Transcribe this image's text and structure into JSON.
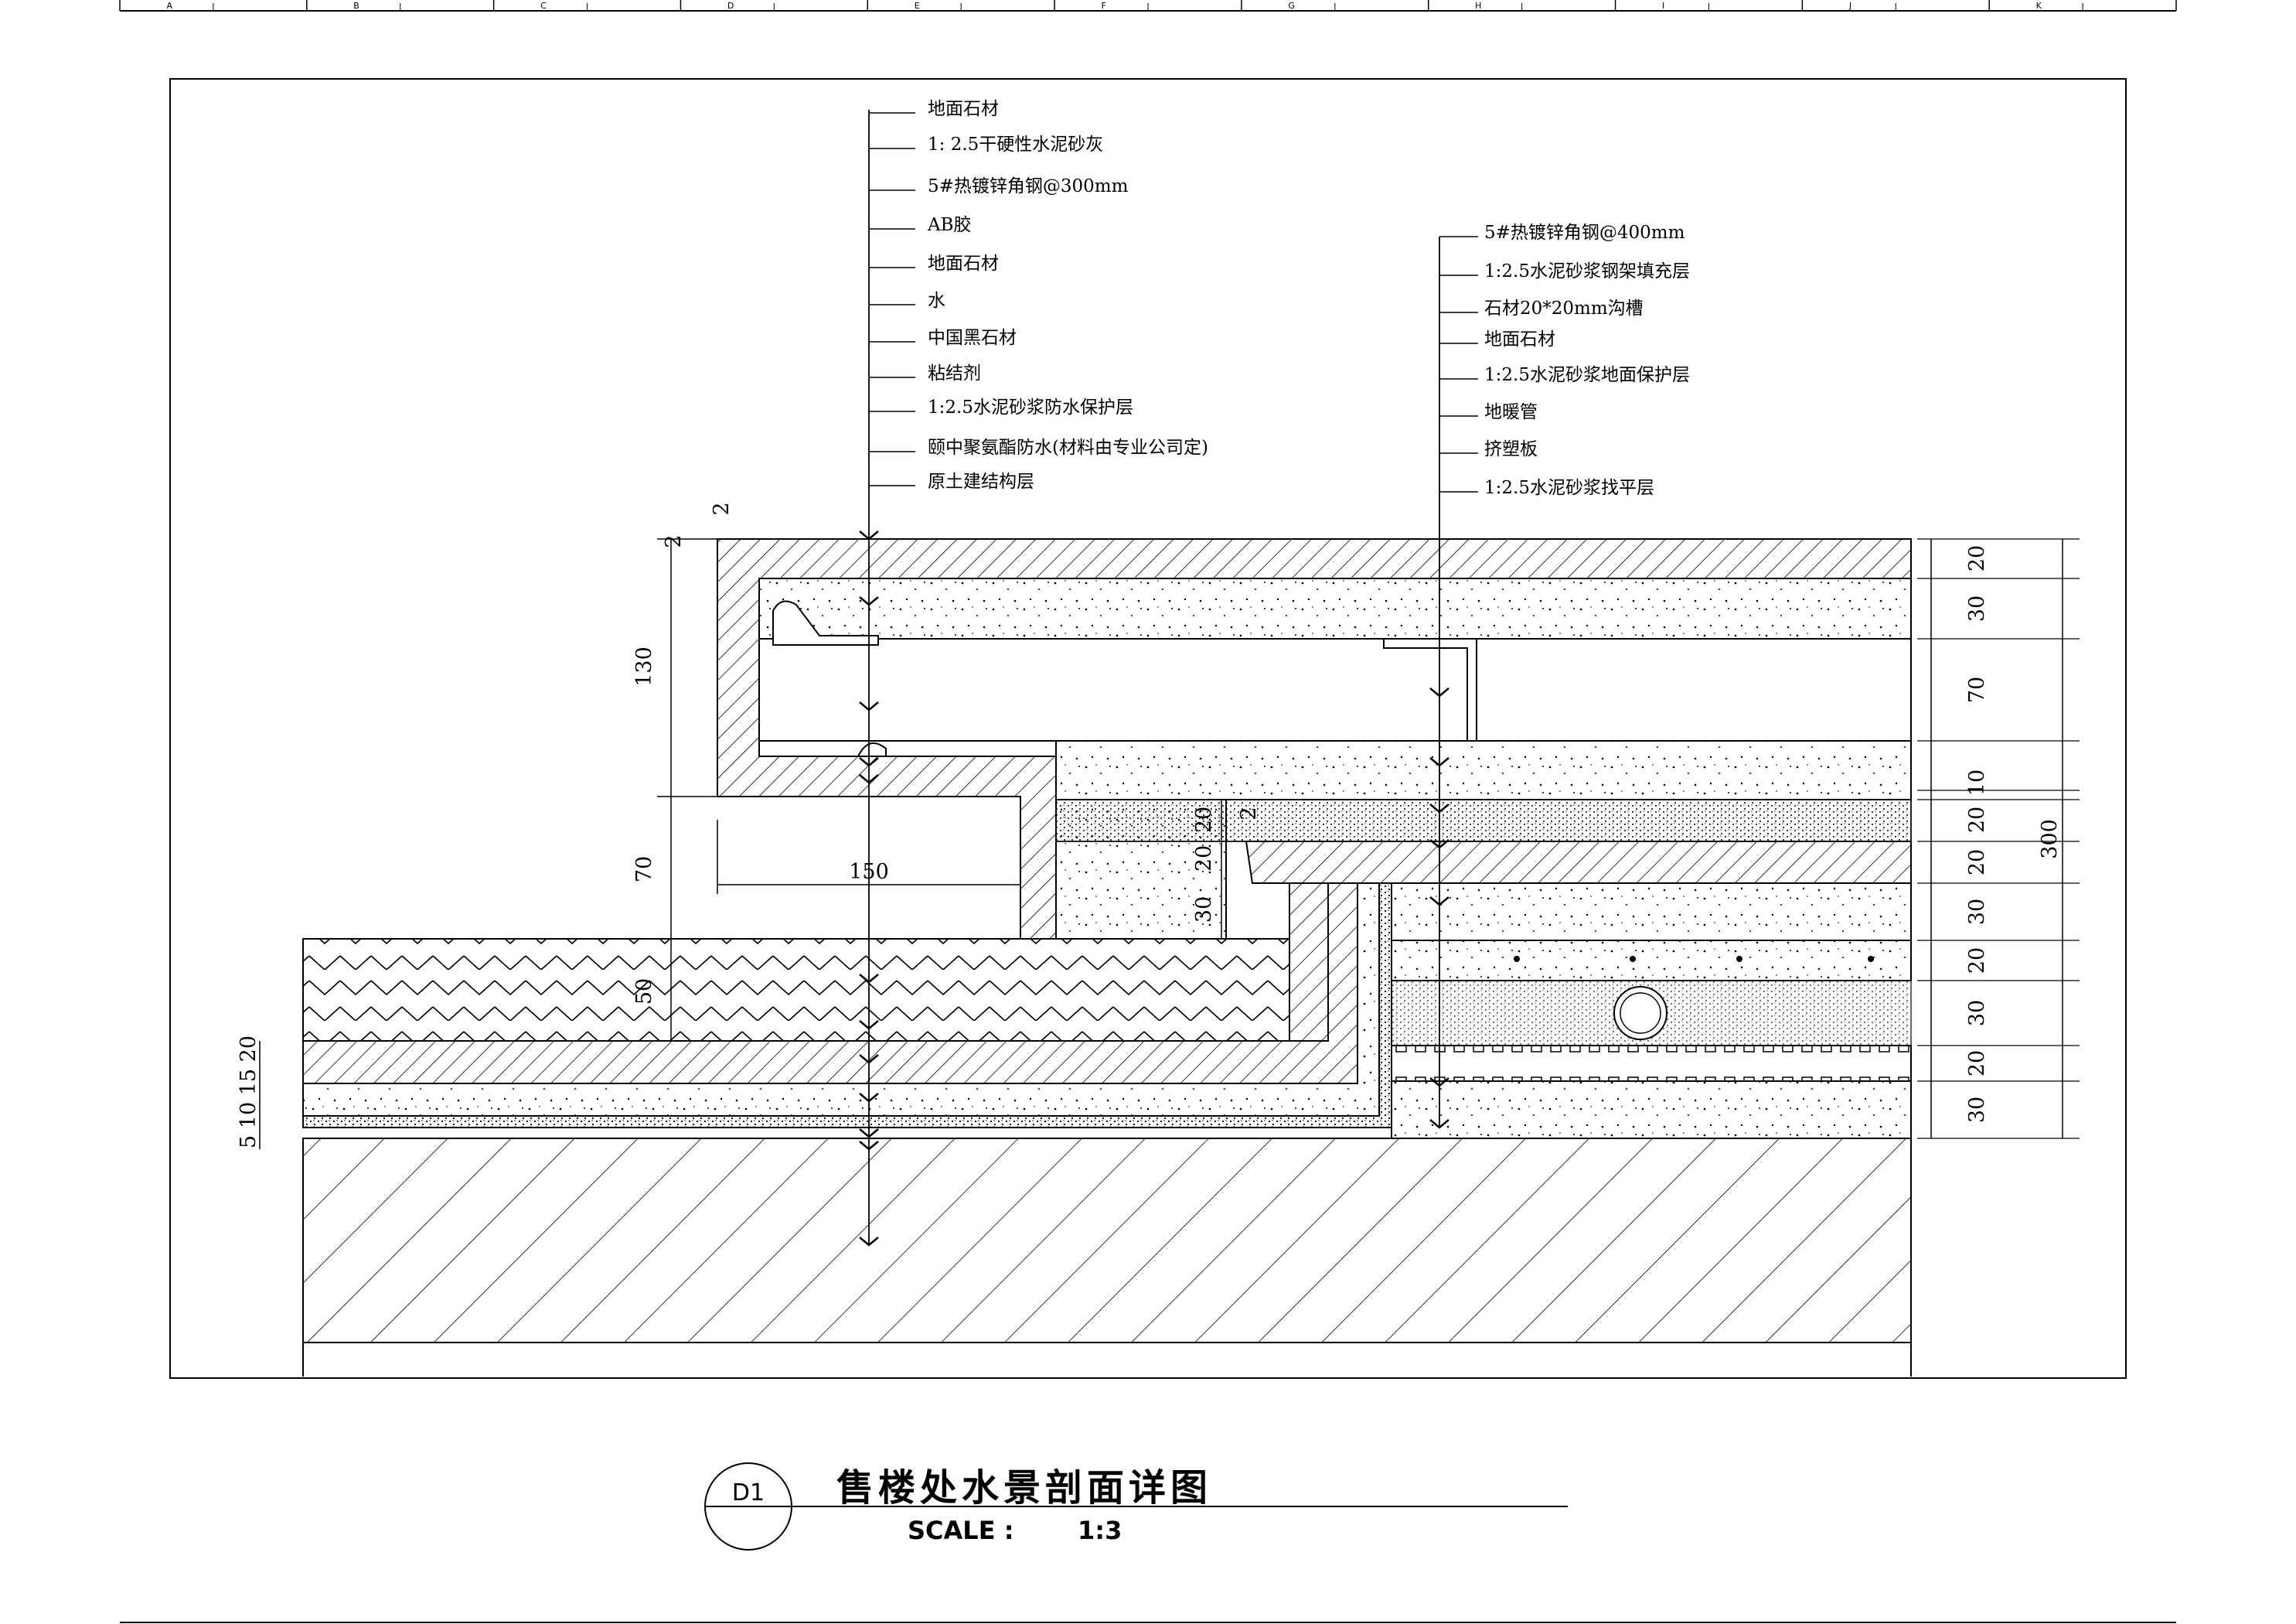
{
  "grid_letters": [
    "A",
    "B",
    "C",
    "D",
    "E",
    "F",
    "G",
    "H",
    "I",
    "J",
    "K"
  ],
  "callouts_left": [
    "地面石材",
    "1: 2.5干硬性水泥砂灰",
    "5#热镀锌角钢@300mm",
    "AB胶",
    "地面石材",
    "水",
    "中国黑石材",
    "粘结剂",
    "1:2.5水泥砂浆防水保护层",
    "颐中聚氨酯防水(材料由专业公司定)",
    "原土建结构层"
  ],
  "callouts_right": [
    "5#热镀锌角钢@400mm",
    "1:2.5水泥砂浆钢架填充层",
    "石材20*20mm沟槽",
    "地面石材",
    "1:2.5水泥砂浆地面保护层",
    "地暖管",
    "挤塑板",
    "1:2.5水泥砂浆找平层"
  ],
  "dims_right": [
    "20",
    "30",
    "70",
    "10",
    "20",
    "20",
    "30",
    "20",
    "30",
    "20",
    "30"
  ],
  "dim_total": "300",
  "dims_left": {
    "top_small": "2",
    "top_tiny": "2",
    "h130": "130",
    "h70": "70",
    "h50": "50",
    "bottom": "5 10 15 20"
  },
  "dims_mid": [
    "20",
    "20",
    "30",
    "2"
  ],
  "dim_width": "150",
  "title": {
    "tag": "D1",
    "text": "售楼处水景剖面详图",
    "scale_label": "SCALE :",
    "scale_value": "1:3"
  }
}
